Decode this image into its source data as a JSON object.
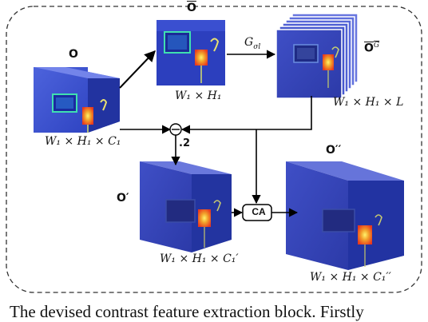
{
  "labels": {
    "o_top": "O",
    "o_bar": "O",
    "o_bar_gauss": "O",
    "o_bar_gauss_sup": "G",
    "o_prime": "O′",
    "o_double_prime": "O′′",
    "op_main": "G",
    "op_sub": "σl",
    "minus_sign": "⊖",
    "weight": ".2",
    "ca": "CA"
  },
  "dims": {
    "input": "W₁ × H₁ × C₁",
    "mean": "W₁ × H₁",
    "gauss": "W₁ × H₁ × L",
    "contrast": "W₁ × H₁ × C₁′",
    "output": "W₁ × H₁ × C₁′′"
  },
  "caption": "The devised contrast feature extraction block. Firstly",
  "colors": {
    "cube_front": "#3a4fcf",
    "cube_top": "#6a7ce8",
    "cube_side": "#2334a8",
    "heat_hot": "#e8381f",
    "arrow": "#000000",
    "frame": "#333333"
  }
}
